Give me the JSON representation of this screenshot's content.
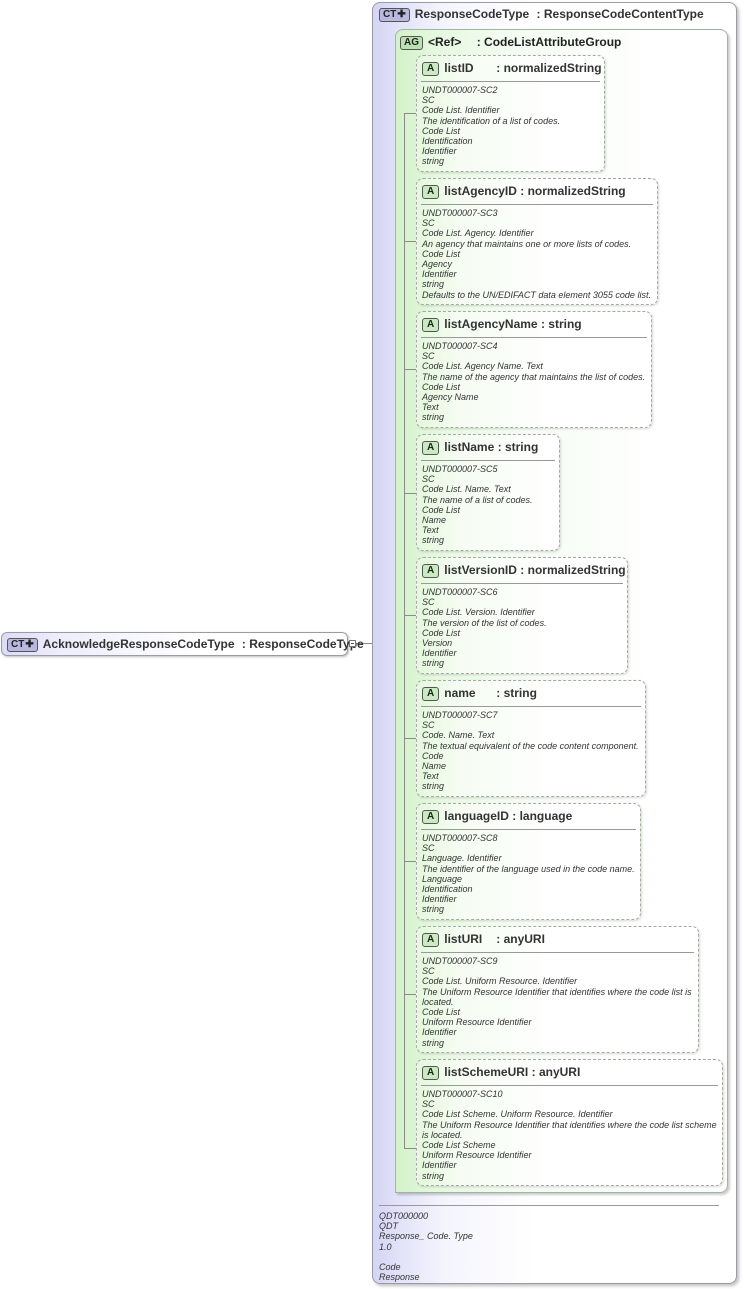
{
  "root": {
    "badge": "CT",
    "name": "AcknowledgeResponseCodeType",
    "type": ": ResponseCodeType"
  },
  "complex_type": {
    "badge": "CT",
    "name": "ResponseCodeType",
    "type": ": ResponseCodeContentType",
    "footer": [
      "QDT000000",
      "QDT",
      "Response_ Code. Type",
      "1.0",
      "",
      "Code",
      "Response"
    ]
  },
  "attribute_group": {
    "badge": "AG",
    "ref": "<Ref>",
    "name": ": CodeListAttributeGroup"
  },
  "attributes": [
    {
      "badge": "A",
      "name": "listID",
      "type": ": normalizedString",
      "lines": [
        "UNDT000007-SC2",
        "SC",
        "Code List. Identifier",
        "The identification of a list of codes.",
        "Code List",
        "Identification",
        "Identifier",
        "string"
      ]
    },
    {
      "badge": "A",
      "name": "listAgencyID",
      "type": ": normalizedString",
      "lines": [
        "UNDT000007-SC3",
        "SC",
        "Code List. Agency. Identifier",
        "An agency that maintains one or more lists of codes.",
        "Code List",
        "Agency",
        "Identifier",
        "string",
        "Defaults to the UN/EDIFACT data element 3055 code list."
      ]
    },
    {
      "badge": "A",
      "name": "listAgencyName",
      "type": ": string",
      "lines": [
        "UNDT000007-SC4",
        "SC",
        "Code List. Agency Name. Text",
        "The name of the agency that maintains the list of codes.",
        "Code List",
        "Agency Name",
        "Text",
        "string"
      ]
    },
    {
      "badge": "A",
      "name": "listName",
      "type": ": string",
      "lines": [
        "UNDT000007-SC5",
        "SC",
        "Code List. Name. Text",
        "The name of a list of codes.",
        "Code List",
        "Name",
        "Text",
        "string"
      ]
    },
    {
      "badge": "A",
      "name": "listVersionID",
      "type": ": normalizedString",
      "lines": [
        "UNDT000007-SC6",
        "SC",
        "Code List. Version. Identifier",
        "The version of the list of codes.",
        "Code List",
        "Version",
        "Identifier",
        "string"
      ]
    },
    {
      "badge": "A",
      "name": "name",
      "type": ": string",
      "lines": [
        "UNDT000007-SC7",
        "SC",
        "Code. Name. Text",
        "The textual equivalent of the code content component.",
        "Code",
        "Name",
        "Text",
        "string"
      ]
    },
    {
      "badge": "A",
      "name": "languageID",
      "type": ": language",
      "lines": [
        "UNDT000007-SC8",
        "SC",
        "Language. Identifier",
        "The identifier of the language used in the code name.",
        "Language",
        "Identification",
        "Identifier",
        "string"
      ]
    },
    {
      "badge": "A",
      "name": "listURI",
      "type": ": anyURI",
      "lines": [
        "UNDT000007-SC9",
        "SC",
        "Code List. Uniform Resource. Identifier",
        "The Uniform Resource Identifier that identifies where the code list is located.",
        "Code List",
        "Uniform Resource Identifier",
        "Identifier",
        "string"
      ]
    },
    {
      "badge": "A",
      "name": "listSchemeURI",
      "type": ": anyURI",
      "lines": [
        "UNDT000007-SC10",
        "SC",
        "Code List Scheme. Uniform Resource. Identifier",
        "The Uniform Resource Identifier that identifies where the code list scheme is located.",
        "Code List Scheme",
        "Uniform Resource Identifier",
        "Identifier",
        "string"
      ]
    }
  ],
  "colors": {
    "complex_type_fill": "#d4d4f4",
    "attribute_group_fill": "#d2f2c8",
    "badge_ct": "#b8b8e0",
    "badge_ag": "#b9e2b0",
    "badge_a": "#c8ecc0"
  }
}
